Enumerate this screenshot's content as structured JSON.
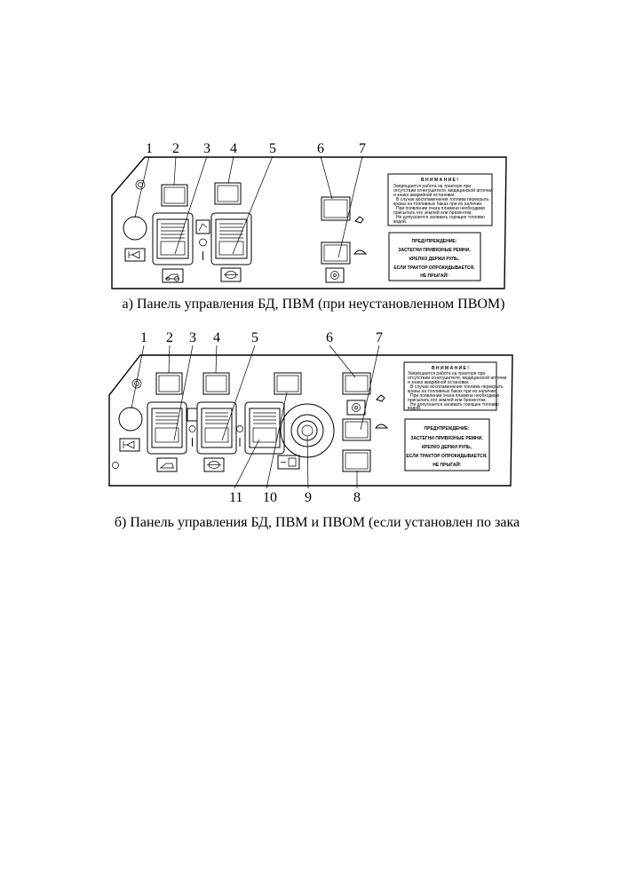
{
  "panel_a": {
    "caption": "а) Панель управления БД, ПВМ (при неустановленном ПВОМ)",
    "callouts": [
      "1",
      "2",
      "3",
      "4",
      "5",
      "6",
      "7"
    ],
    "warning_title": "В Н И М А Н И Е !",
    "warning_lines": [
      "Запрещается работа на тракторе при",
      "отсутствии огнетушителя, медицинской аптечки",
      "и знака аварийной остановки.",
      "В случае воспламенения топлива перекрыть",
      "краны на топливных баках при их наличии.",
      "При появлении очага пламени необходимо",
      "присыпать его землей или брезентом.",
      "Не допускается заливать горящее топливо",
      "водой."
    ],
    "caution_lines": [
      "ПРЕДУПРЕЖДЕНИЕ:",
      "ЗАСТЕГНИ ПРИВЯЗНЫЕ РЕМНИ,",
      "КРЕПКО ДЕРЖИ РУЛЬ,",
      "ЕСЛИ ТРАКТОР ОПРОКИДЫВАЕТСЯ,",
      "НЕ ПРЫГАЙ!"
    ]
  },
  "panel_b": {
    "caption": "б) Панель управления БД, ПВМ и ПВОМ (если установлен по зака",
    "callouts": [
      "1",
      "2",
      "3",
      "4",
      "5",
      "6",
      "7",
      "8",
      "9",
      "10",
      "11"
    ],
    "warning_title": "В Н И М А Н И Е !",
    "warning_lines": [
      "Запрещается работа на тракторе при",
      "отсутствии огнетушителя, медицинской аптечки",
      "и знака аварийной остановки.",
      "В случае воспламенения топлива перекрыть",
      "краны на топливных баках при их наличии.",
      "При появлении очага пламени необходимо",
      "присыпать его землей или брезентом.",
      "Не допускается заливать горящее топливо",
      "водой."
    ],
    "caution_lines": [
      "ПРЕДУПРЕЖДЕНИЕ:",
      "ЗАСТЕГНИ ПРИВЯЗНЫЕ РЕМНИ,",
      "КРЕПКО ДЕРЖИ РУЛЬ,",
      "ЕСЛИ ТРАКТОР ОПРОКИДЫВАЕТСЯ,",
      "НЕ ПРЫГАЙ!"
    ]
  }
}
